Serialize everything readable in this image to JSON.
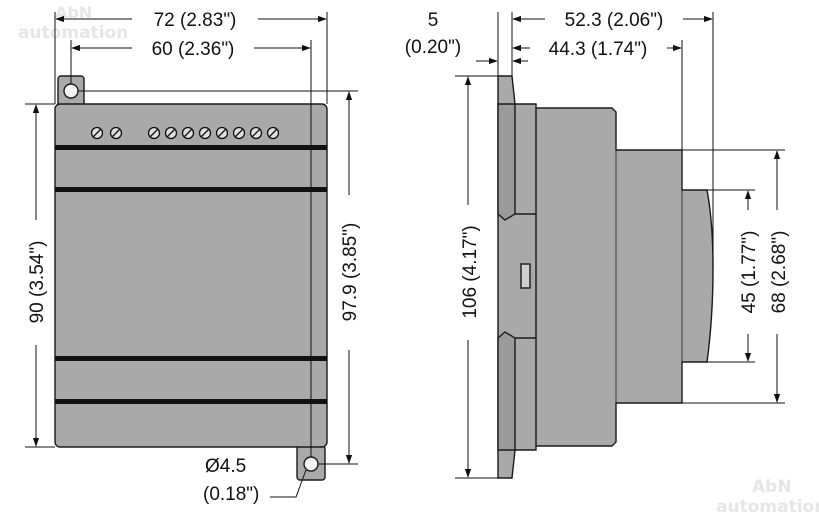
{
  "watermark": {
    "line1": "AbN",
    "line2": "automation"
  },
  "front": {
    "width_overall": "72 (2.83\")",
    "width_holes": "60 (2.36\")",
    "height_body": "90 (3.54\")",
    "height_holes": "97.9 (3.85\")",
    "hole_diameter": "Ø4.5",
    "hole_diameter_in": "(0.18\")",
    "terminal_count": 10
  },
  "side": {
    "offset": "5",
    "offset_in": "(0.20\")",
    "depth_overall": "52.3 (2.06\")",
    "depth_body": "44.3 (1.74\")",
    "height_overall": "106 (4.17\")",
    "step_45": "45 (1.77\")",
    "step_68": "68 (2.68\")"
  },
  "colors": {
    "body": "#a9a9a9",
    "outline": "#1a1a1a",
    "band": "#111111"
  }
}
